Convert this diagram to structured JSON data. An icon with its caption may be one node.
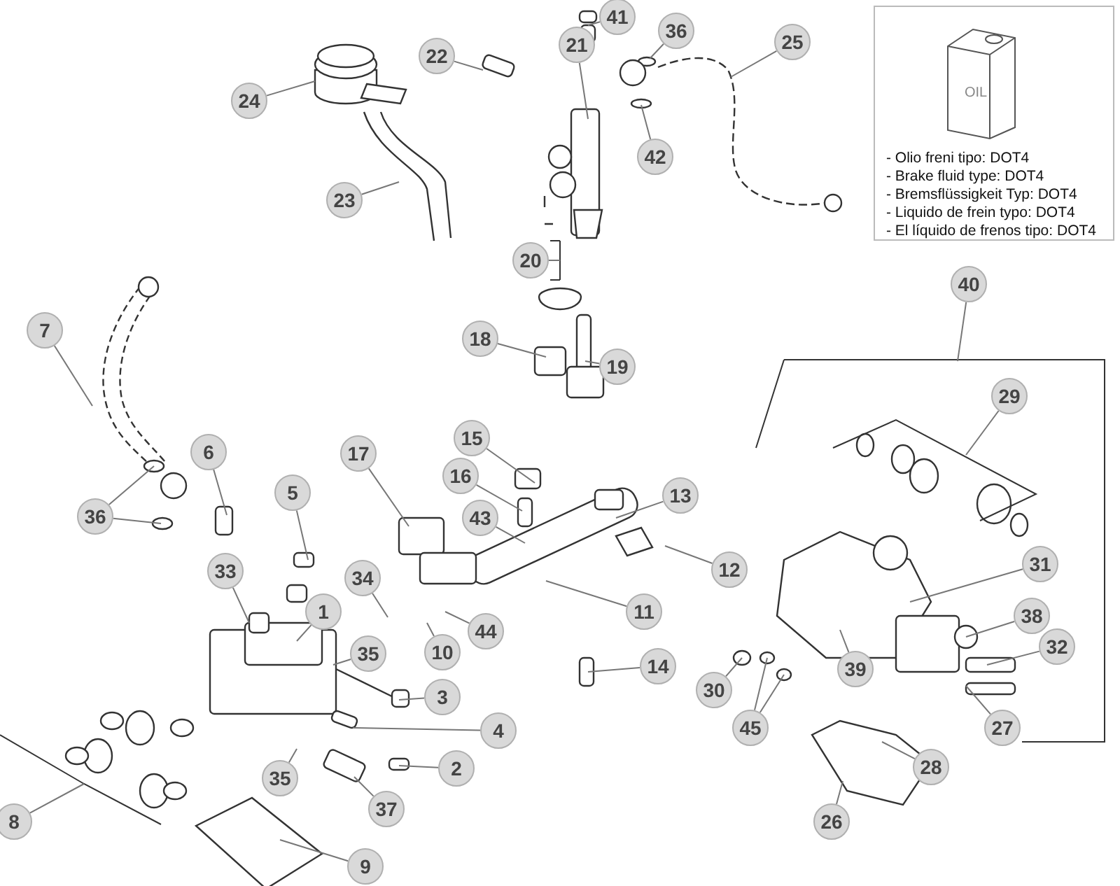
{
  "diagram": {
    "nodes": [
      {
        "text": [
          "- Olio freni tipo: DOT4",
          "- Brake fluid type: DOT4",
          "- Bremsflüssigkeit Typ: DOT4",
          "- Liquido de frein typo: DOT4",
          "- El líquido de frenos tipo: DOT4"
        ]
      },
      {
        "text": [
          "OIL"
        ],
        "in": 0
      },
      {
        "text": [
          "41"
        ]
      },
      {
        "text": [
          "36"
        ]
      },
      {
        "text": [
          "25"
        ]
      },
      {
        "text": [
          "21"
        ]
      },
      {
        "text": [
          "22"
        ]
      },
      {
        "text": [
          "24"
        ]
      },
      {
        "text": [
          "42"
        ]
      },
      {
        "text": [
          "23"
        ]
      },
      {
        "text": [
          "20"
        ]
      },
      {
        "text": [
          "40"
        ]
      },
      {
        "text": [
          "7"
        ]
      },
      {
        "text": [
          "18"
        ]
      },
      {
        "text": [
          "19"
        ]
      },
      {
        "text": [
          "29"
        ]
      },
      {
        "text": [
          "15"
        ]
      },
      {
        "text": [
          "6"
        ]
      },
      {
        "text": [
          "17"
        ]
      },
      {
        "text": [
          "16"
        ]
      },
      {
        "text": [
          "13"
        ]
      },
      {
        "text": [
          "5"
        ]
      },
      {
        "text": [
          "43"
        ]
      },
      {
        "text": [
          "36"
        ]
      },
      {
        "text": [
          "31"
        ]
      },
      {
        "text": [
          "12"
        ]
      },
      {
        "text": [
          "33"
        ]
      },
      {
        "text": [
          "34"
        ]
      },
      {
        "text": [
          "1"
        ]
      },
      {
        "text": [
          "11"
        ]
      },
      {
        "text": [
          "38"
        ]
      },
      {
        "text": [
          "44"
        ]
      },
      {
        "text": [
          "32"
        ]
      },
      {
        "text": [
          "10"
        ]
      },
      {
        "text": [
          "35"
        ]
      },
      {
        "text": [
          "14"
        ]
      },
      {
        "text": [
          "39"
        ]
      },
      {
        "text": [
          "30"
        ]
      },
      {
        "text": [
          "3"
        ]
      },
      {
        "text": [
          "27"
        ]
      },
      {
        "text": [
          "45"
        ]
      },
      {
        "text": [
          "4"
        ]
      },
      {
        "text": [
          "28"
        ]
      },
      {
        "text": [
          "2"
        ]
      },
      {
        "text": [
          "35"
        ]
      },
      {
        "text": [
          "37"
        ]
      },
      {
        "text": [
          "8"
        ]
      },
      {
        "text": [
          "26"
        ]
      },
      {
        "text": [
          "9"
        ]
      }
    ],
    "edges": [
      {
        "from": 2,
        "to": null,
        "arrow": "none"
      },
      {
        "from": 3,
        "to": null,
        "arrow": "none"
      },
      {
        "from": 4,
        "to": null,
        "arrow": "none"
      },
      {
        "from": 5,
        "to": null,
        "arrow": "none"
      },
      {
        "from": 6,
        "to": null,
        "arrow": "none"
      },
      {
        "from": 7,
        "to": null,
        "arrow": "none"
      },
      {
        "from": 8,
        "to": null,
        "arrow": "none"
      },
      {
        "from": 9,
        "to": null,
        "arrow": "none"
      },
      {
        "from": 10,
        "to": null,
        "arrow": "none"
      },
      {
        "from": 11,
        "to": null,
        "arrow": "none"
      },
      {
        "from": 12,
        "to": null,
        "arrow": "none"
      },
      {
        "from": 13,
        "to": null,
        "arrow": "none"
      },
      {
        "from": 14,
        "to": null,
        "arrow": "none"
      },
      {
        "from": 15,
        "to": null,
        "arrow": "none"
      },
      {
        "from": 16,
        "to": null,
        "arrow": "none"
      },
      {
        "from": 17,
        "to": null,
        "arrow": "none"
      },
      {
        "from": 18,
        "to": null,
        "arrow": "none"
      },
      {
        "from": 19,
        "to": null,
        "arrow": "none"
      },
      {
        "from": 20,
        "to": null,
        "arrow": "none"
      },
      {
        "from": 21,
        "to": null,
        "arrow": "none"
      },
      {
        "from": 22,
        "to": null,
        "arrow": "none"
      },
      {
        "from": 23,
        "to": null,
        "arrow": "none"
      },
      {
        "from": 23,
        "to": null,
        "arrow": "none"
      },
      {
        "from": 24,
        "to": null,
        "arrow": "none"
      },
      {
        "from": 25,
        "to": null,
        "arrow": "none"
      },
      {
        "from": 26,
        "to": null,
        "arrow": "none"
      },
      {
        "from": 27,
        "to": null,
        "arrow": "none"
      },
      {
        "from": 28,
        "to": null,
        "arrow": "none"
      },
      {
        "from": 29,
        "to": null,
        "arrow": "none"
      },
      {
        "from": 30,
        "to": null,
        "arrow": "none"
      },
      {
        "from": 31,
        "to": null,
        "arrow": "none"
      },
      {
        "from": 32,
        "to": null,
        "arrow": "none"
      },
      {
        "from": 33,
        "to": null,
        "arrow": "none"
      },
      {
        "from": 34,
        "to": null,
        "arrow": "none"
      },
      {
        "from": 35,
        "to": null,
        "arrow": "none"
      },
      {
        "from": 36,
        "to": null,
        "arrow": "none"
      },
      {
        "from": 37,
        "to": null,
        "arrow": "none"
      },
      {
        "from": 38,
        "to": null,
        "arrow": "none"
      },
      {
        "from": 39,
        "to": null,
        "arrow": "none"
      },
      {
        "from": 40,
        "to": null,
        "arrow": "none"
      },
      {
        "from": 40,
        "to": null,
        "arrow": "none"
      },
      {
        "from": 41,
        "to": null,
        "arrow": "none"
      },
      {
        "from": 42,
        "to": null,
        "arrow": "none"
      },
      {
        "from": 43,
        "to": null,
        "arrow": "none"
      },
      {
        "from": 44,
        "to": null,
        "arrow": "none"
      },
      {
        "from": 45,
        "to": null,
        "arrow": "none"
      },
      {
        "from": 46,
        "to": null,
        "arrow": "none"
      },
      {
        "from": 47,
        "to": null,
        "arrow": "none"
      },
      {
        "from": 48,
        "to": null,
        "arrow": "none"
      }
    ]
  }
}
